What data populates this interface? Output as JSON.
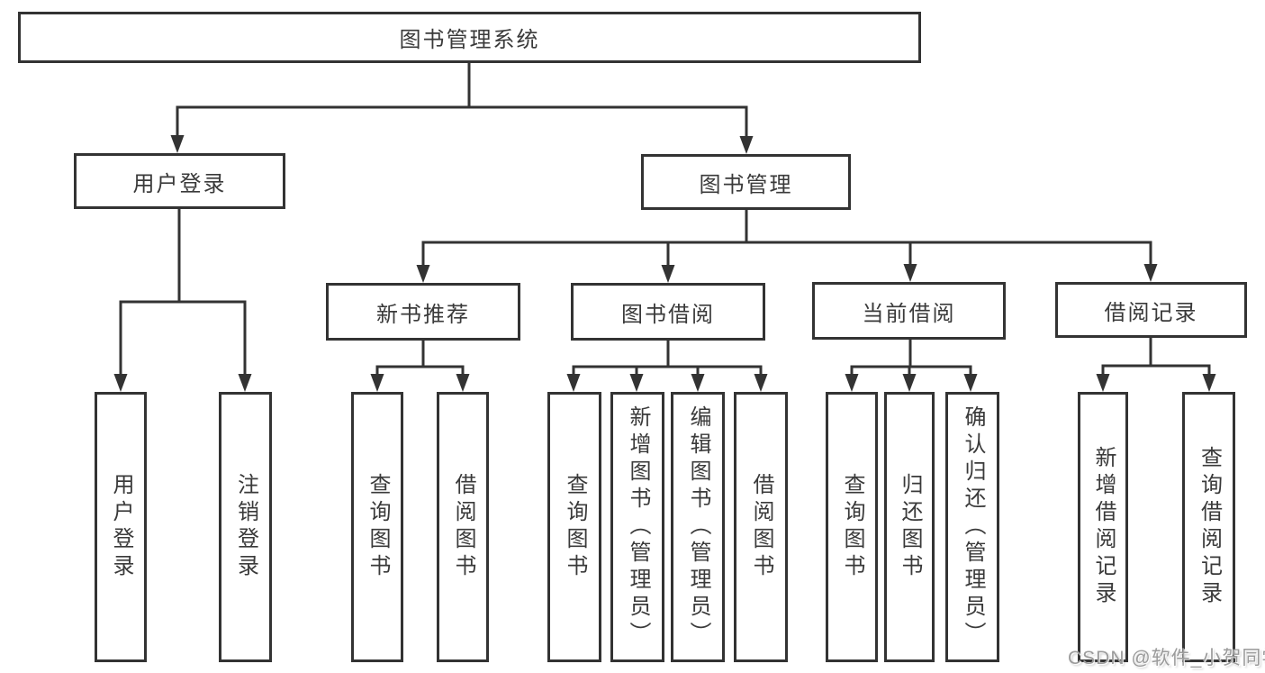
{
  "root": {
    "label": "图书管理系统"
  },
  "level2": {
    "user_login": "用户登录",
    "book_management": "图书管理"
  },
  "level3": {
    "new_book_recommend": "新书推荐",
    "book_borrowing": "图书借阅",
    "current_borrowing": "当前借阅",
    "borrowing_records": "借阅记录"
  },
  "leaves": {
    "user_login": [
      "用户登录",
      "注销登录"
    ],
    "new_book_recommend": [
      "查询图书",
      "借阅图书"
    ],
    "book_borrowing": [
      "查询图书",
      "新增图书（管理员）",
      "编辑图书（管理员）",
      "借阅图书"
    ],
    "current_borrowing": [
      "查询图书",
      "归还图书",
      "确认归还（管理员）"
    ],
    "borrowing_records": [
      "新增借阅记录",
      "查询借阅记录"
    ]
  },
  "watermark": {
    "text": "CSDN @软件_小贺同学"
  },
  "colors": {
    "line": "#333333",
    "text": "#3a3a3a",
    "box_background": "#ffffff",
    "watermark": "#9b9b9b",
    "background": "#ffffff"
  }
}
